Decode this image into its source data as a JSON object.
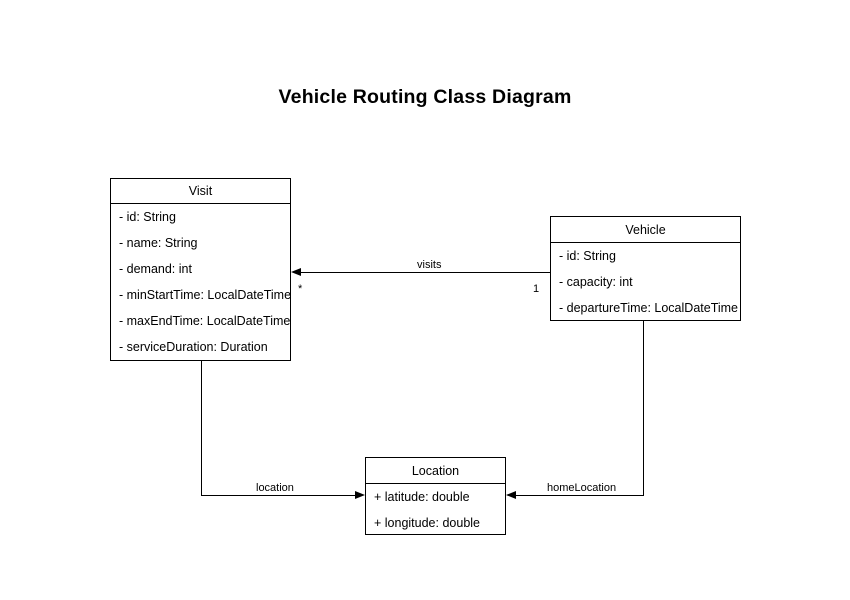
{
  "diagram": {
    "title": "Vehicle Routing Class Diagram",
    "classes": [
      {
        "name": "Visit",
        "attributes": [
          "- id: String",
          "- name: String",
          "- demand: int",
          "- minStartTime: LocalDateTime",
          "- maxEndTime: LocalDateTime",
          "- serviceDuration: Duration"
        ]
      },
      {
        "name": "Vehicle",
        "attributes": [
          "- id: String",
          "- capacity: int",
          "- departureTime: LocalDateTime"
        ]
      },
      {
        "name": "Location",
        "attributes": [
          "+ latitude: double",
          "+ longitude: double"
        ]
      }
    ],
    "relationships": [
      {
        "label": "visits",
        "from": "Vehicle",
        "to": "Visit",
        "source_multiplicity": "1",
        "target_multiplicity": "*"
      },
      {
        "label": "location",
        "from": "Visit",
        "to": "Location",
        "source_multiplicity": "",
        "target_multiplicity": ""
      },
      {
        "label": "homeLocation",
        "from": "Vehicle",
        "to": "Location",
        "source_multiplicity": "",
        "target_multiplicity": ""
      }
    ]
  },
  "colors": {
    "background": "#ffffff",
    "stroke": "#000000",
    "text": "#000000"
  }
}
